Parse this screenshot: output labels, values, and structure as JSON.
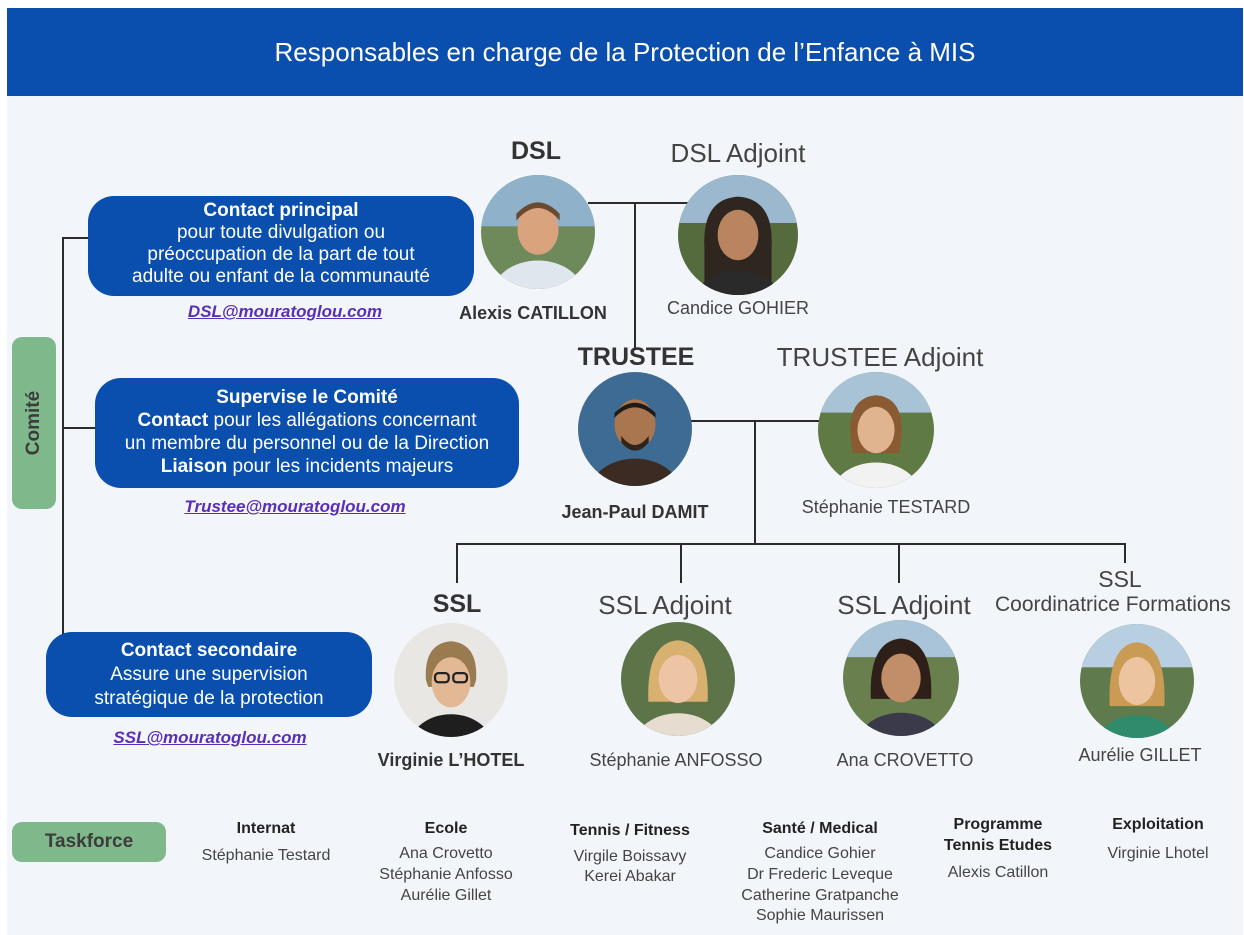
{
  "header": {
    "title": "Responsables en charge de la Protection de l’Enfance à MIS"
  },
  "sidebar": {
    "comite_label": "Comité",
    "taskforce_label": "Taskforce"
  },
  "boxes": {
    "contact_principal": {
      "title": "Contact principal",
      "line1": "pour toute divulgation ou",
      "line2": "préoccupation de la part de tout",
      "line3": "adulte ou enfant de la communauté",
      "email": "DSL@mouratoglou.com"
    },
    "supervise": {
      "title": "Supervise le Comité",
      "bold1": "Contact",
      "rest1": " pour les allégations concernant",
      "line2": "un membre du personnel ou de la Direction",
      "bold3": "Liaison",
      "rest3": " pour les incidents majeurs",
      "email": "Trustee@mouratoglou.com"
    },
    "contact_secondaire": {
      "title": "Contact secondaire",
      "line1": "Assure une supervision",
      "line2": "stratégique de la protection",
      "email": "SSL@mouratoglou.com"
    }
  },
  "people": {
    "dsl": {
      "role": "DSL",
      "name": "Alexis CATILLON"
    },
    "dsl_adjoint": {
      "role": "DSL Adjoint",
      "name": "Candice GOHIER"
    },
    "trustee": {
      "role": "TRUSTEE",
      "name": "Jean-Paul DAMIT"
    },
    "trustee_adjoint": {
      "role": "TRUSTEE Adjoint",
      "name": "Stéphanie TESTARD"
    },
    "ssl": {
      "role": "SSL",
      "name": "Virginie L’HOTEL"
    },
    "ssl_adjoint_1": {
      "role": "SSL Adjoint",
      "name": "Stéphanie ANFOSSO"
    },
    "ssl_adjoint_2": {
      "role": "SSL Adjoint",
      "name": "Ana CROVETTO"
    },
    "ssl_coord": {
      "role_line1": "SSL",
      "role_line2": "Coordinatrice Formations",
      "name": "Aurélie GILLET"
    }
  },
  "taskforce": [
    {
      "title": "Internat",
      "members": [
        "Stéphanie Testard"
      ]
    },
    {
      "title": "Ecole",
      "members": [
        "Ana Crovetto",
        "Stéphanie Anfosso",
        "Aurélie Gillet"
      ]
    },
    {
      "title": "Tennis / Fitness",
      "members": [
        "Virgile Boissavy",
        "Kerei Abakar"
      ]
    },
    {
      "title": "Santé / Medical",
      "members": [
        "Candice Gohier",
        "Dr Frederic Leveque",
        "Catherine Gratpanche",
        "Sophie Maurissen"
      ]
    },
    {
      "title_line1": "Programme",
      "title_line2": "Tennis Etudes",
      "members": [
        "Alexis Catillon"
      ]
    },
    {
      "title": "Exploitation",
      "members": [
        "Virginie Lhotel"
      ]
    }
  ],
  "colors": {
    "banner": "#0a4fae",
    "box": "#0a4fae",
    "pill": "#7fb98b",
    "email": "#5a2fb8",
    "background": "#f2f6fa"
  }
}
